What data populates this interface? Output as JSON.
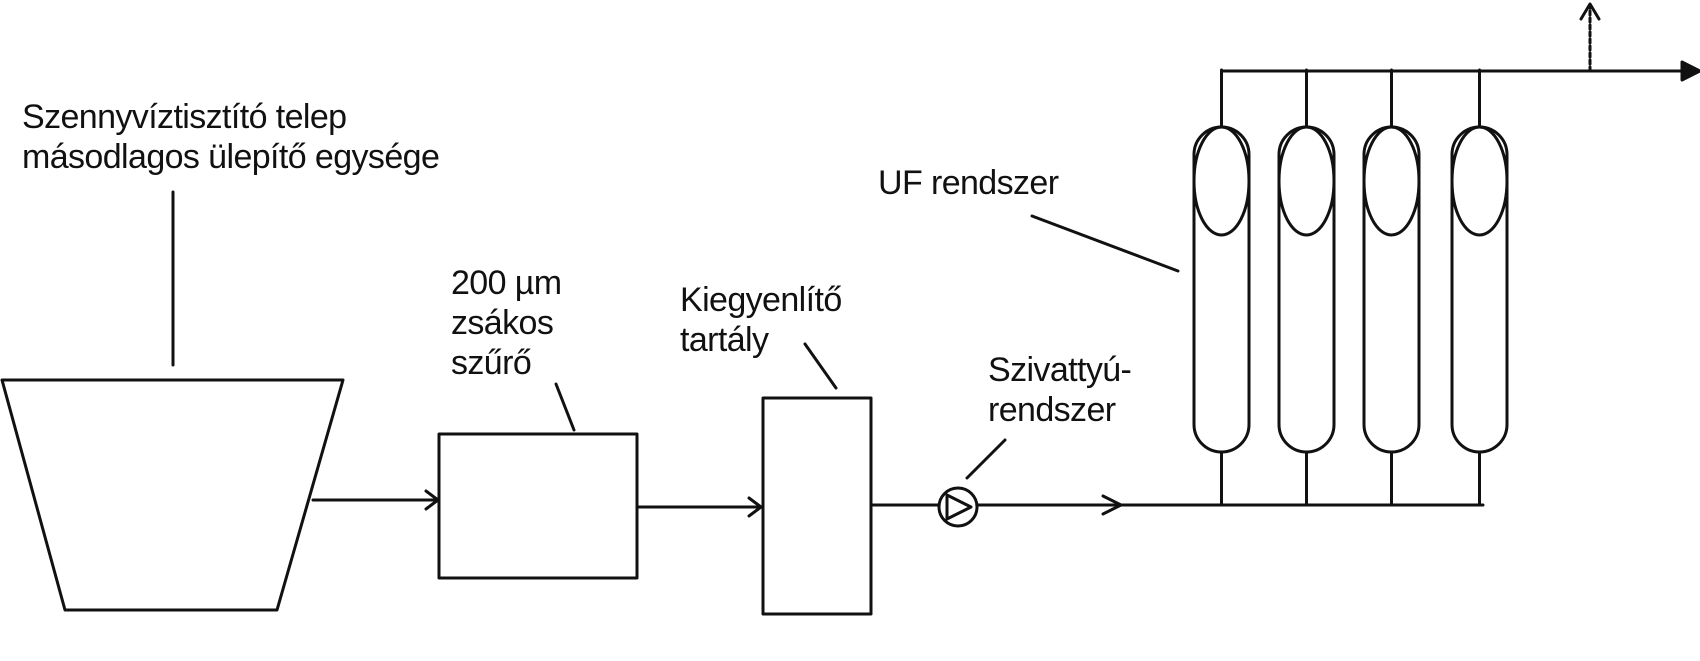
{
  "labels": {
    "plant": {
      "line1": "Szennyvíztisztító telep",
      "line2": "másodlagos ülepítő egysége"
    },
    "bag_filter": {
      "line1": "200 µm",
      "line2": "zsákos",
      "line3": "szűrő"
    },
    "equalization_tank": {
      "line1": "Kiegyenlítő",
      "line2": "tartály"
    },
    "pump_system": {
      "line1": "Szivattyú-",
      "line2": "rendszer"
    },
    "uf_system": "UF rendszer"
  },
  "colors": {
    "stroke": "#111111",
    "background": "#ffffff"
  }
}
